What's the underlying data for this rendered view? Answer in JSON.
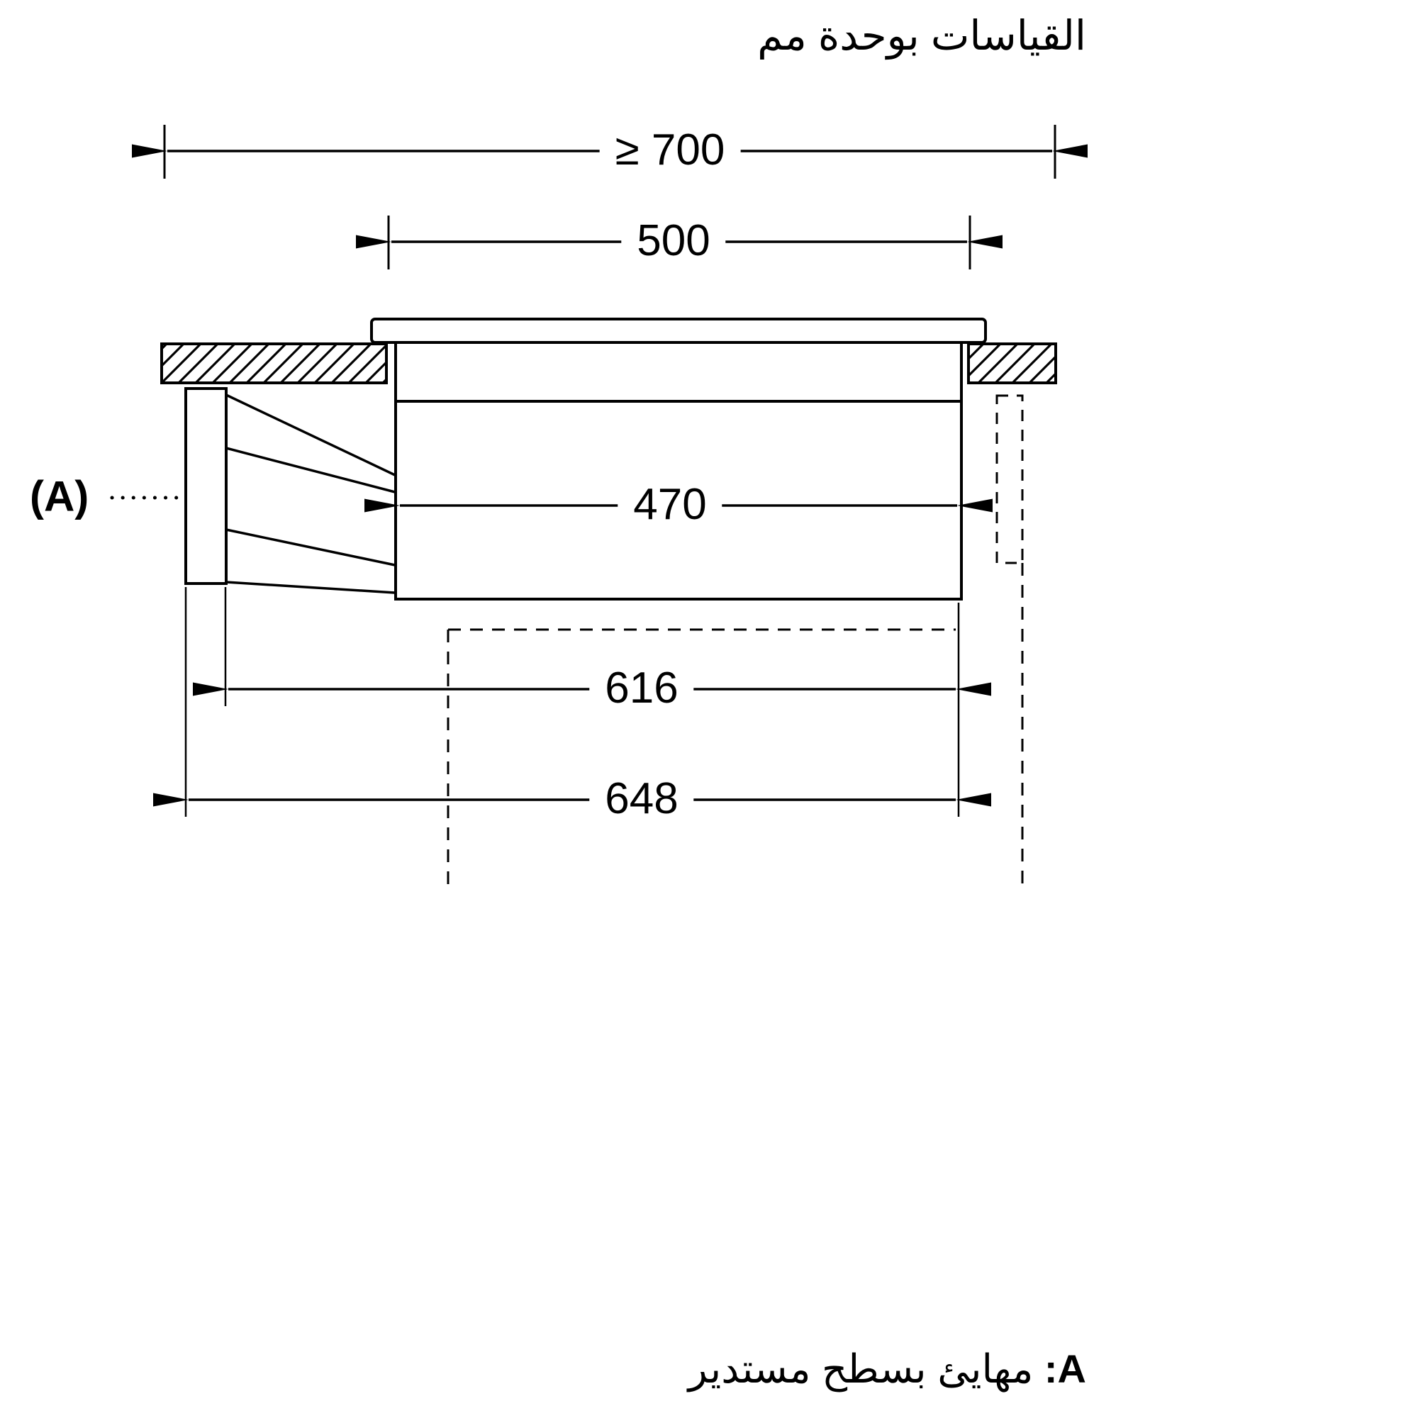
{
  "title": "القياسات بوحدة مم",
  "dimensions": {
    "overall": "≥ 700",
    "cutout": "500",
    "body": "470",
    "depth_inner": "616",
    "depth_outer": "648"
  },
  "labels": {
    "adapter_ref": "(A)"
  },
  "footnote": {
    "prefix": "A:",
    "text": "مهايئ بسطح مستدير"
  },
  "colors": {
    "line": "#000000",
    "background": "#ffffff"
  }
}
